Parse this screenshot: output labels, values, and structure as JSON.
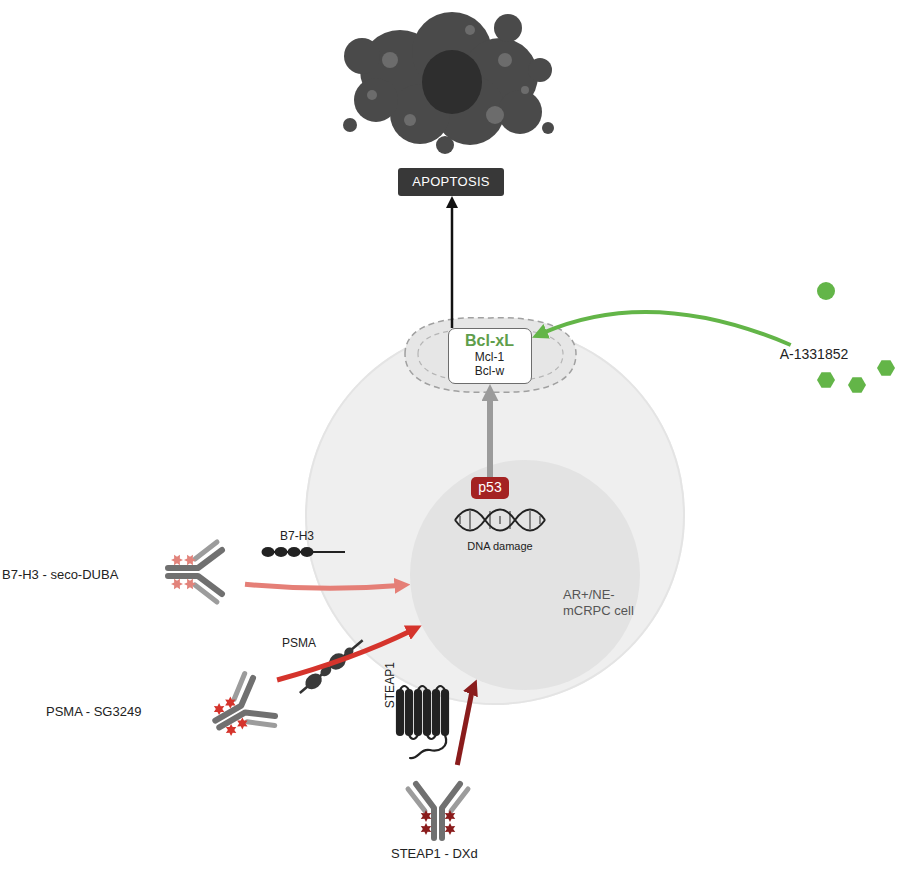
{
  "diagram": {
    "nodes": [
      {
        "text": [
          "APOPTOSIS"
        ]
      },
      {
        "text": [
          "A-1331852"
        ]
      },
      {
        "text": [
          "AR+/NE- mCRPC cell"
        ]
      },
      {
        "text": [
          "Bcl-xL",
          "Mcl-1",
          "Bcl-w"
        ],
        "in": 2
      },
      {
        "text": [
          "DNA damage"
        ],
        "in": 2
      },
      {
        "text": [
          "p53"
        ],
        "in": 4
      },
      {
        "text": [
          "B7-H3 - seco-DUBA"
        ]
      },
      {
        "text": [
          "PSMA - SG3249"
        ]
      },
      {
        "text": [
          "STEAP1 - DXd"
        ]
      }
    ],
    "edges": [
      {
        "from": 3,
        "to": 0,
        "arrow": "to"
      },
      {
        "from": 1,
        "to": 3,
        "arrow": "to"
      },
      {
        "from": 5,
        "to": 3,
        "arrow": "to"
      },
      {
        "from": 6,
        "to": 4,
        "arrow": "to"
      },
      {
        "from": 7,
        "to": 4,
        "arrow": "to"
      },
      {
        "from": 8,
        "to": 4,
        "arrow": "to"
      }
    ],
    "labels": [
      "B7-H3",
      "PSMA",
      "STEAP1"
    ]
  }
}
